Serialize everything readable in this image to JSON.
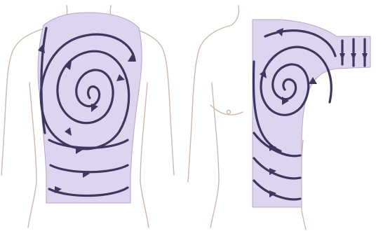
{
  "figure": {
    "panels": [
      {
        "id": "back",
        "pattern": "spiral"
      },
      {
        "id": "front-shoulder",
        "pattern": "spiral"
      }
    ],
    "colors": {
      "region_fill": "#ddd4ef",
      "spiral_stroke": "#3e3760",
      "body_outline": "#cdb8aa",
      "background": "#ffffff"
    },
    "icons": [
      "arrowhead-icon"
    ]
  }
}
